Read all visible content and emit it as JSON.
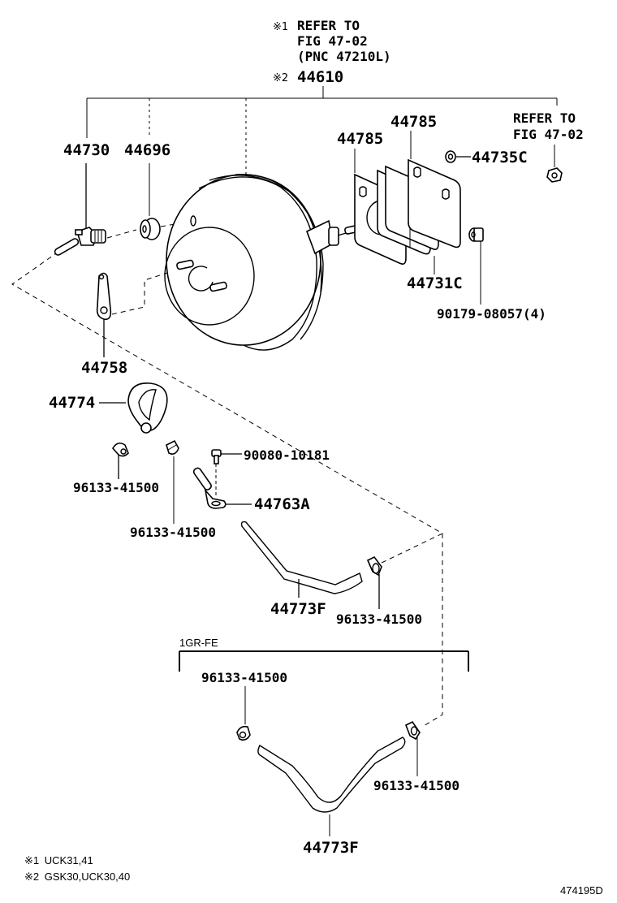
{
  "diagram": {
    "title_note": {
      "mark1": "※1",
      "line1": "REFER TO",
      "line2": "FIG 47-02",
      "line3": "(PNC 47210L)",
      "mark2": "※2",
      "assembly_part": "44610"
    },
    "refer_note": {
      "line1": "REFER TO",
      "line2": "FIG 47-02"
    },
    "parts": {
      "check_valve": "44730",
      "grommet": "44696",
      "gasket_front": "44785",
      "gasket_rear": "44785",
      "washer": "44735C",
      "spacer": "44731C",
      "nut": "90179-08057(4)",
      "clip": "44758",
      "hose_loop": "44774",
      "clamp_a": "96133-41500",
      "clamp_b": "96133-41500",
      "bolt": "90080-10181",
      "bracket": "44763A",
      "hose_upper": "44773F",
      "clamp_c": "96133-41500",
      "clamp_d": "96133-41500",
      "clamp_e": "96133-41500",
      "hose_lower": "44773F"
    },
    "engine_group_label": "1GR-FE",
    "footnotes": [
      {
        "mark": "※1",
        "text": "UCK31,41"
      },
      {
        "mark": "※2",
        "text": "GSK30,UCK30,40"
      }
    ],
    "figure_id": "474195D"
  }
}
